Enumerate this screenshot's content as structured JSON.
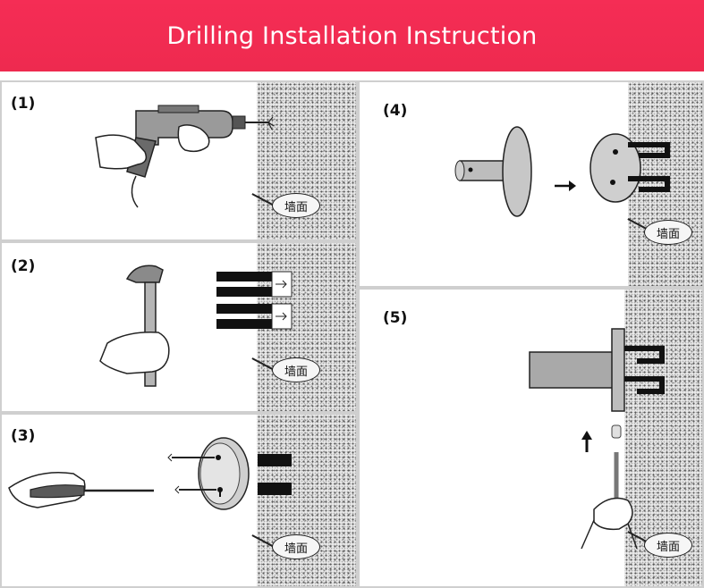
{
  "banner": {
    "title": "Drilling Installation Instruction",
    "color": "#f22c52"
  },
  "steps": [
    {
      "number": "(1)",
      "wall_label": "墙面"
    },
    {
      "number": "(2)",
      "wall_label": "墙面"
    },
    {
      "number": "(3)",
      "wall_label": "墙面"
    },
    {
      "number": "(4)",
      "wall_label": "墙面"
    },
    {
      "number": "(5)",
      "wall_label": "墙面"
    }
  ]
}
